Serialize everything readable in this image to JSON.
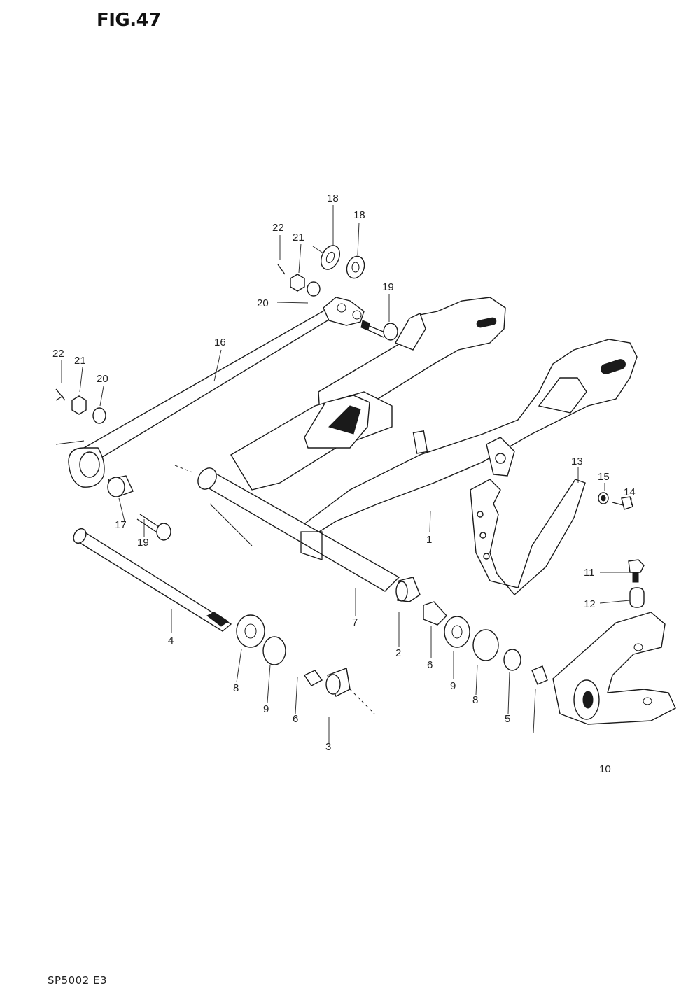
{
  "figure": {
    "title": "FIG.47",
    "code": "SP5002 E3"
  },
  "callouts": [
    {
      "id": "c18a",
      "label": "18"
    },
    {
      "id": "c18b",
      "label": "18"
    },
    {
      "id": "c22a",
      "label": "22"
    },
    {
      "id": "c21a",
      "label": "21"
    },
    {
      "id": "c19a",
      "label": "19"
    },
    {
      "id": "c20a",
      "label": "20"
    },
    {
      "id": "c16",
      "label": "16"
    },
    {
      "id": "c22b",
      "label": "22"
    },
    {
      "id": "c21b",
      "label": "21"
    },
    {
      "id": "c20b",
      "label": "20"
    },
    {
      "id": "c13",
      "label": "13"
    },
    {
      "id": "c15",
      "label": "15"
    },
    {
      "id": "c14",
      "label": "14"
    },
    {
      "id": "c17",
      "label": "17"
    },
    {
      "id": "c19b",
      "label": "19"
    },
    {
      "id": "c1",
      "label": "1"
    },
    {
      "id": "c11",
      "label": "11"
    },
    {
      "id": "c12",
      "label": "12"
    },
    {
      "id": "c4",
      "label": "4"
    },
    {
      "id": "c7",
      "label": "7"
    },
    {
      "id": "c2",
      "label": "2"
    },
    {
      "id": "c6a",
      "label": "6"
    },
    {
      "id": "c9a",
      "label": "9"
    },
    {
      "id": "c8a",
      "label": "8"
    },
    {
      "id": "c8b",
      "label": "8"
    },
    {
      "id": "c9b",
      "label": "9"
    },
    {
      "id": "c6b",
      "label": "6"
    },
    {
      "id": "c3",
      "label": "3"
    },
    {
      "id": "c5",
      "label": "5"
    },
    {
      "id": "c10",
      "label": "10"
    }
  ]
}
